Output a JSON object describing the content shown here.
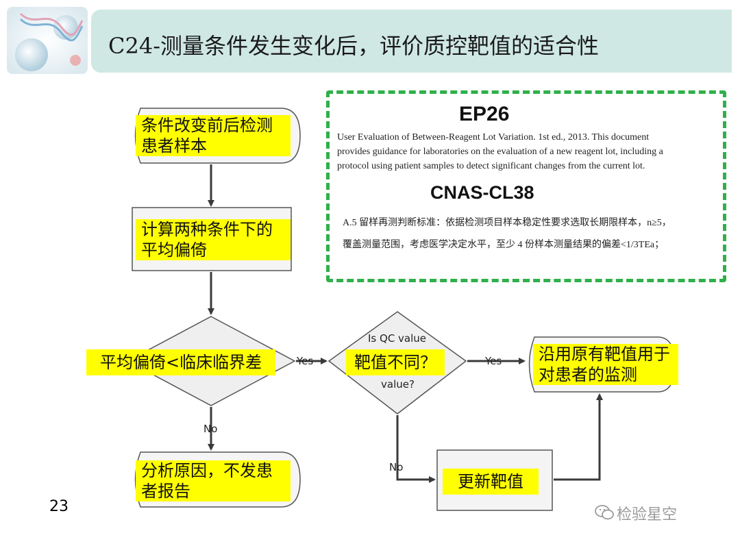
{
  "slide": {
    "title": "C24-测量条件发生变化后，评价质控靶值的适合性",
    "page_number": "23",
    "watermark": "检验星空"
  },
  "flow": {
    "step1": "条件改变前后检测患者样本",
    "step2": "计算两种条件下的平均偏倚",
    "decision1": "平均偏倚<临床临界差",
    "decision2_label": "靶值不同？",
    "decision2_underlying_top": "Is QC value",
    "decision2_underlying_bottom": "value?",
    "result_keep": "沿用原有靶值用于对患者的监测",
    "result_fail": "分析原因，不发患者报告",
    "result_update": "更新靶值",
    "edge_yes_1": "Yes",
    "edge_yes_2": "Yes",
    "edge_no_1": "No",
    "edge_no_2": "No"
  },
  "reference": {
    "ep26_title": "EP26",
    "ep26_text": "User Evaluation of Between-Reagent Lot Variation. 1st ed., 2013. This document provides guidance for laboratories on the evaluation of a new reagent lot, including a protocol using patient samples to detect significant changes from the current lot.",
    "cnas_title": "CNAS-CL38",
    "cnas_text": "A.5 留样再测判断标准：依据检测项目样本稳定性要求选取长期限样本，n≥5，覆盖测量范围，考虑医学决定水平，至少 4 份样本测量结果的偏差<1/3TEa；"
  },
  "colors": {
    "highlight": "#ffff00",
    "title_band": "#cfe8e4",
    "dashed_border": "#2fb04a",
    "arrow": "#3a3a3a"
  }
}
